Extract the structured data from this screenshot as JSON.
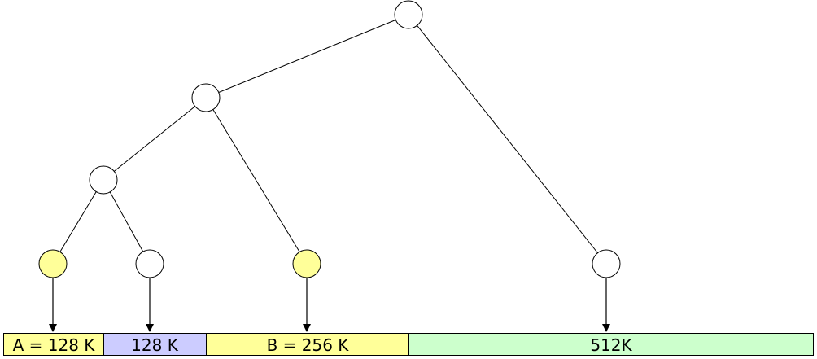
{
  "diagram": {
    "colors": {
      "allocated_node": "#ffff99",
      "free_node": "#ffffff",
      "block_a": "#ffff99",
      "block_free_128": "#ccccff",
      "block_b": "#ffff99",
      "block_free_512": "#ccffcc"
    },
    "blocks": [
      {
        "label": "A = 128 K",
        "fill": "#ffff99"
      },
      {
        "label": "128 K",
        "fill": "#ccccff"
      },
      {
        "label": "B = 256 K",
        "fill": "#ffff99"
      },
      {
        "label": "512K",
        "fill": "#ccffcc"
      }
    ]
  }
}
